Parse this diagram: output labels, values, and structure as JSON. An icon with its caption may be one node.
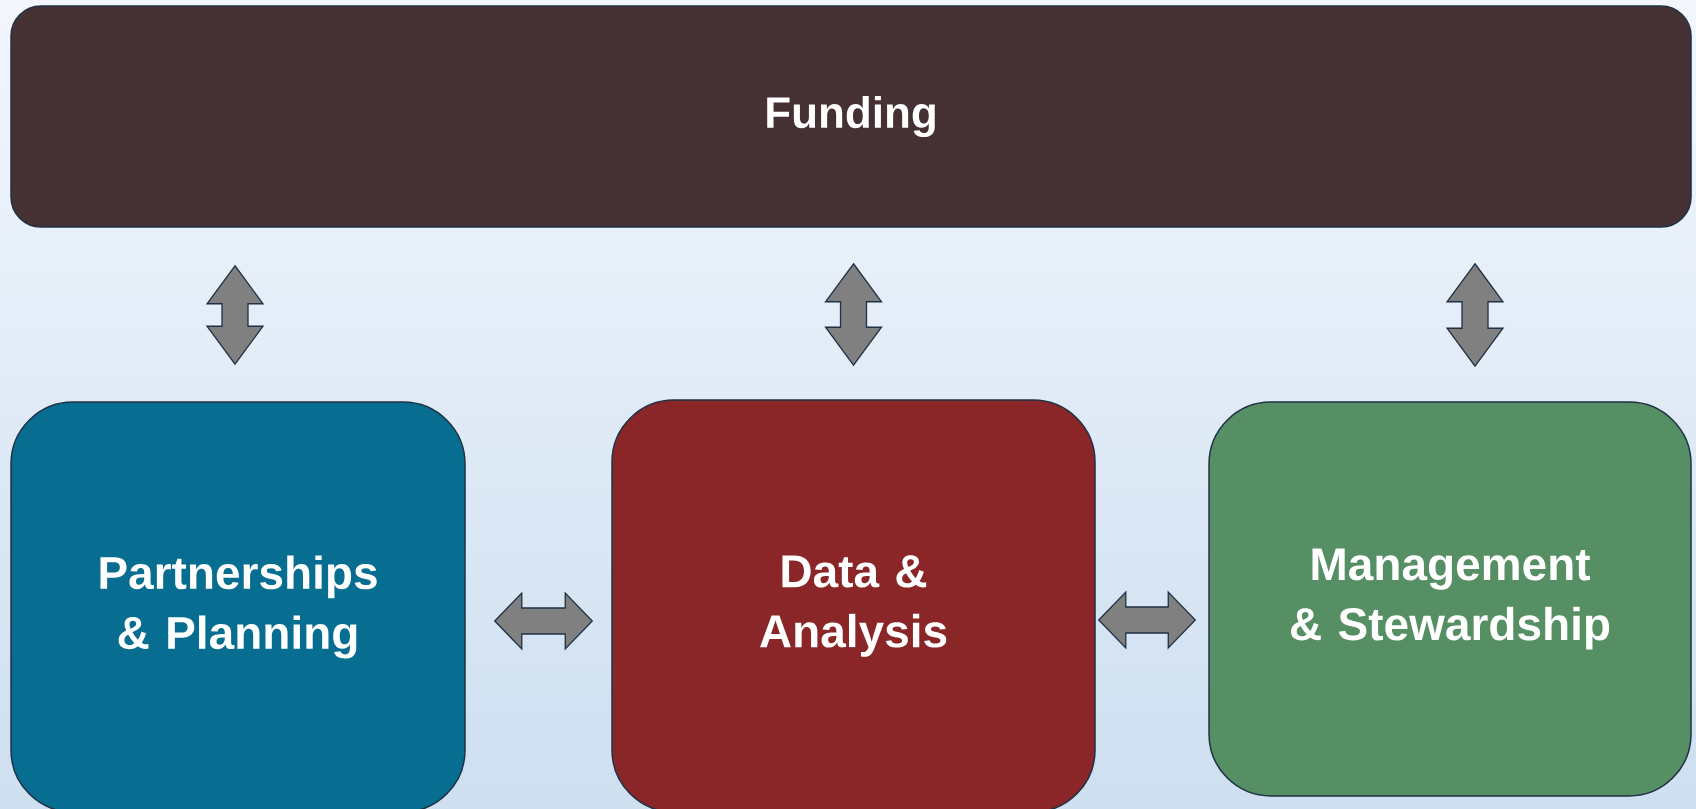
{
  "diagram": {
    "nodes": [
      {
        "text": [
          "Funding"
        ]
      },
      {
        "text": [
          "Partnerships & Planning"
        ]
      },
      {
        "text": [
          "Data & Analysis"
        ]
      },
      {
        "text": [
          "Management & Stewardship"
        ]
      }
    ],
    "edges": [
      {
        "from": 0,
        "to": 1,
        "arrow": "both"
      },
      {
        "from": 0,
        "to": 2,
        "arrow": "both"
      },
      {
        "from": 0,
        "to": 3,
        "arrow": "both"
      },
      {
        "from": 1,
        "to": 2,
        "arrow": "both"
      },
      {
        "from": 2,
        "to": 3,
        "arrow": "both"
      }
    ]
  }
}
